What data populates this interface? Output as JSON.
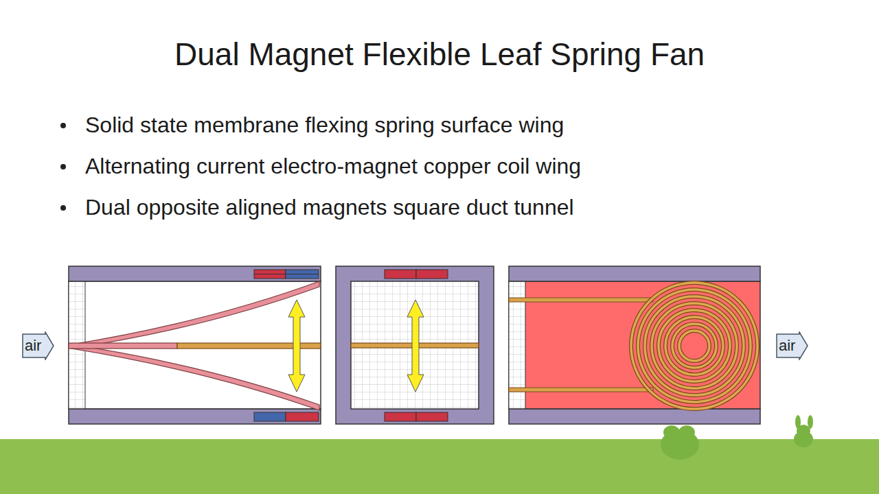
{
  "diagram": {
    "title": "Dual Magnet Flexible Leaf Spring Fan",
    "nodes": [
      {
        "text": [
          "air"
        ]
      },
      {
        "text": [
          "air"
        ]
      }
    ],
    "labels": [
      "Solid state membrane flexing spring surface wing",
      "Alternating current electro-magnet copper coil wing",
      "Dual opposite aligned magnets square duct tunnel"
    ]
  }
}
